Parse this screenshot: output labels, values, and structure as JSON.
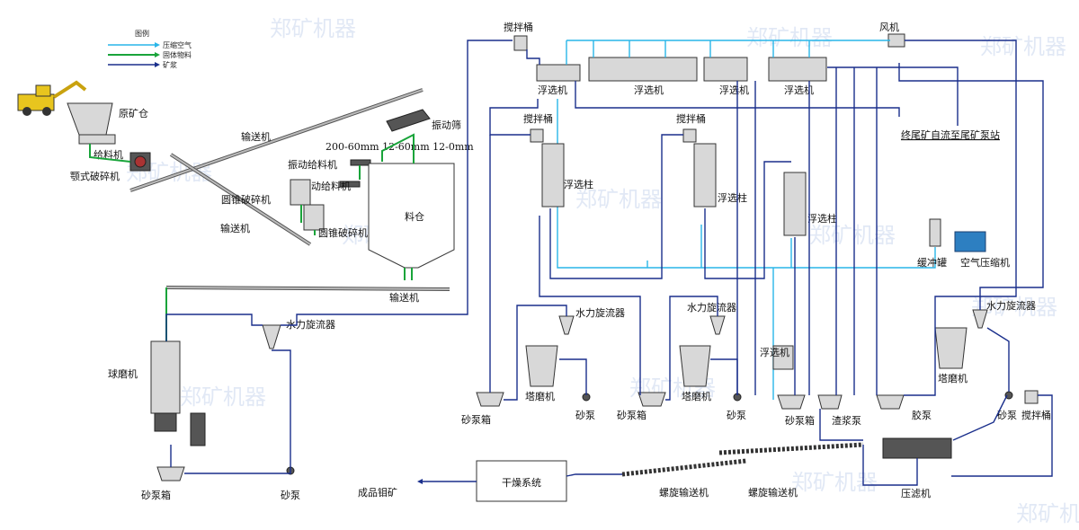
{
  "legend": {
    "title": "图例",
    "items": [
      {
        "label": "压缩空气",
        "color": "#29b6e8"
      },
      {
        "label": "固体物料",
        "color": "#19a43a"
      },
      {
        "label": "矿浆",
        "color": "#1a2f8c"
      }
    ]
  },
  "labels": {
    "raw_bin": "原矿仓",
    "feeder": "给料机",
    "jaw_crusher": "颚式破碎机",
    "conveyor_1": "输送机",
    "conveyor_2": "输送机",
    "conveyor_3": "输送机",
    "vibrating_screen": "振动筛",
    "size_range": "200-60mm 12-60mm 12-0mm",
    "vibrating_feeder_1": "振动给料机",
    "vibrating_feeder_2": "振动给料机",
    "cone_crusher_1": "圆锥破碎机",
    "cone_crusher_2": "圆锥破碎机",
    "material_bin": "料仓",
    "ball_mill": "球磨机",
    "hydrocyclone_1": "水力旋流器",
    "sand_pump_box_1": "砂泵箱",
    "sand_pump_1": "砂泵",
    "product": "成品钼矿",
    "drying_system": "干燥系统",
    "screw_conveyor_1": "螺旋输送机",
    "screw_conveyor_2": "螺旋输送机",
    "filter_press": "压滤机",
    "agitator_top": "搅拌桶",
    "blower": "风机",
    "flotation_1": "浮选机",
    "flotation_2": "浮选机",
    "flotation_3": "浮选机",
    "flotation_4": "浮选机",
    "tailings": "终尾矿自流至尾矿泵站",
    "agitator_2": "搅拌桶",
    "agitator_3": "搅拌桶",
    "column_1": "浮选柱",
    "column_2": "浮选柱",
    "column_3": "浮选柱",
    "buffer_tank": "缓冲罐",
    "air_compressor": "空气压缩机",
    "hydrocyclone_2": "水力旋流器",
    "hydrocyclone_3": "水力旋流器",
    "hydrocyclone_4": "水力旋流器",
    "tower_mill_1": "塔磨机",
    "tower_mill_2": "塔磨机",
    "tower_mill_3": "塔磨机",
    "flotation_small": "浮选机",
    "sand_pump_box_2": "砂泵箱",
    "sand_pump_2": "砂泵",
    "sand_pump_box_3": "砂泵箱",
    "sand_pump_3": "砂泵",
    "sand_pump_box_4": "砂泵箱",
    "slurry_pump": "渣浆泵",
    "rubber_pump": "胶泵",
    "sand_pump_4": "砂泵",
    "agitator_4": "搅拌桶"
  },
  "watermark": "郑矿机器"
}
